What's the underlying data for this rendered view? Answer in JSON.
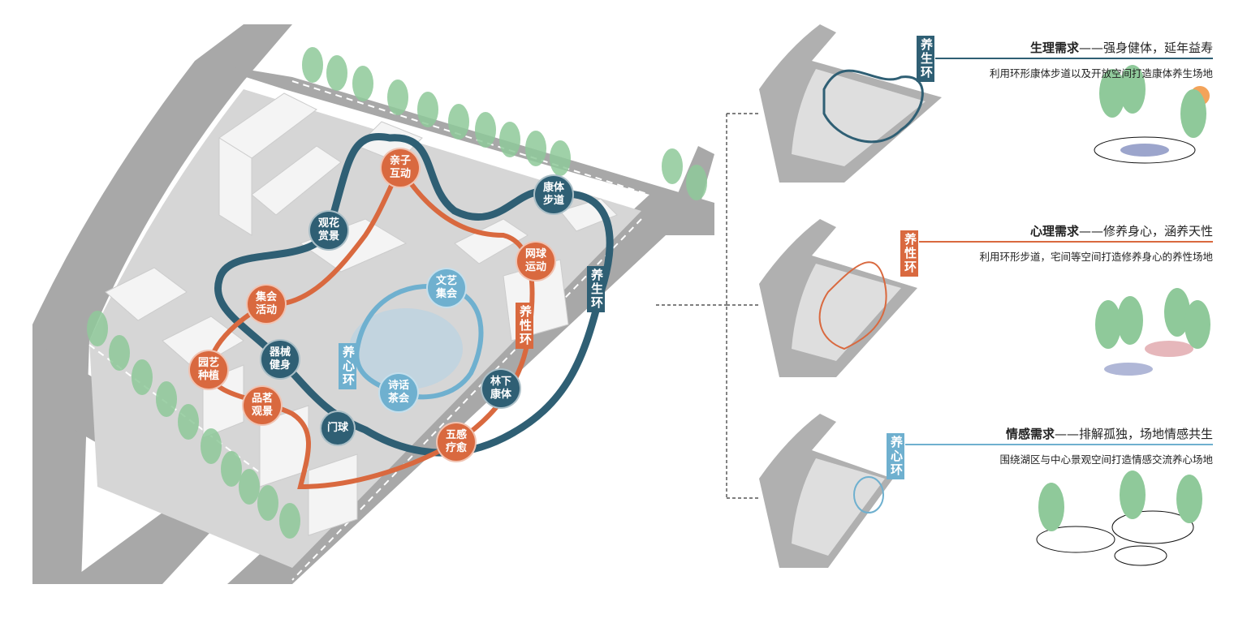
{
  "colors": {
    "yangsheng": "#2f5f74",
    "yangxing": "#d9693f",
    "yangxin": "#6fb0cf",
    "road": "#a8a8a8",
    "site": "#d8d8d8",
    "tree": "#8fc99a"
  },
  "map": {
    "nodes": [
      {
        "label": "亲子互动",
        "ring": "orange"
      },
      {
        "label": "康体步道",
        "ring": "dark"
      },
      {
        "label": "观花赏景",
        "ring": "dark"
      },
      {
        "label": "网球运动",
        "ring": "orange"
      },
      {
        "label": "文艺集会",
        "ring": "light"
      },
      {
        "label": "集会活动",
        "ring": "orange"
      },
      {
        "label": "器械健身",
        "ring": "dark"
      },
      {
        "label": "园艺种植",
        "ring": "orange"
      },
      {
        "label": "品茗观景",
        "ring": "orange"
      },
      {
        "label": "诗话茶会",
        "ring": "light"
      },
      {
        "label": "林下康体",
        "ring": "dark"
      },
      {
        "label": "门球",
        "ring": "dark"
      },
      {
        "label": "五感疗愈",
        "ring": "orange"
      }
    ],
    "rings": {
      "yangsheng": "养生环",
      "yangxing": "养性环",
      "yangxin": "养心环"
    }
  },
  "panels": [
    {
      "tag": "养生环",
      "title_bold": "生理需求",
      "title_rest": "——强身健体，延年益寿",
      "subtitle": "利用环形康体步道以及开放空间打造康体养生场地"
    },
    {
      "tag": "养性环",
      "title_bold": "心理需求",
      "title_rest": "——修养身心，涵养天性",
      "subtitle": "利用环形步道，宅间等空间打造修养身心的养性场地"
    },
    {
      "tag": "养心环",
      "title_bold": "情感需求",
      "title_rest": "——排解孤独，场地情感共生",
      "subtitle": "围绕湖区与中心景观空间打造情感交流养心场地"
    }
  ]
}
